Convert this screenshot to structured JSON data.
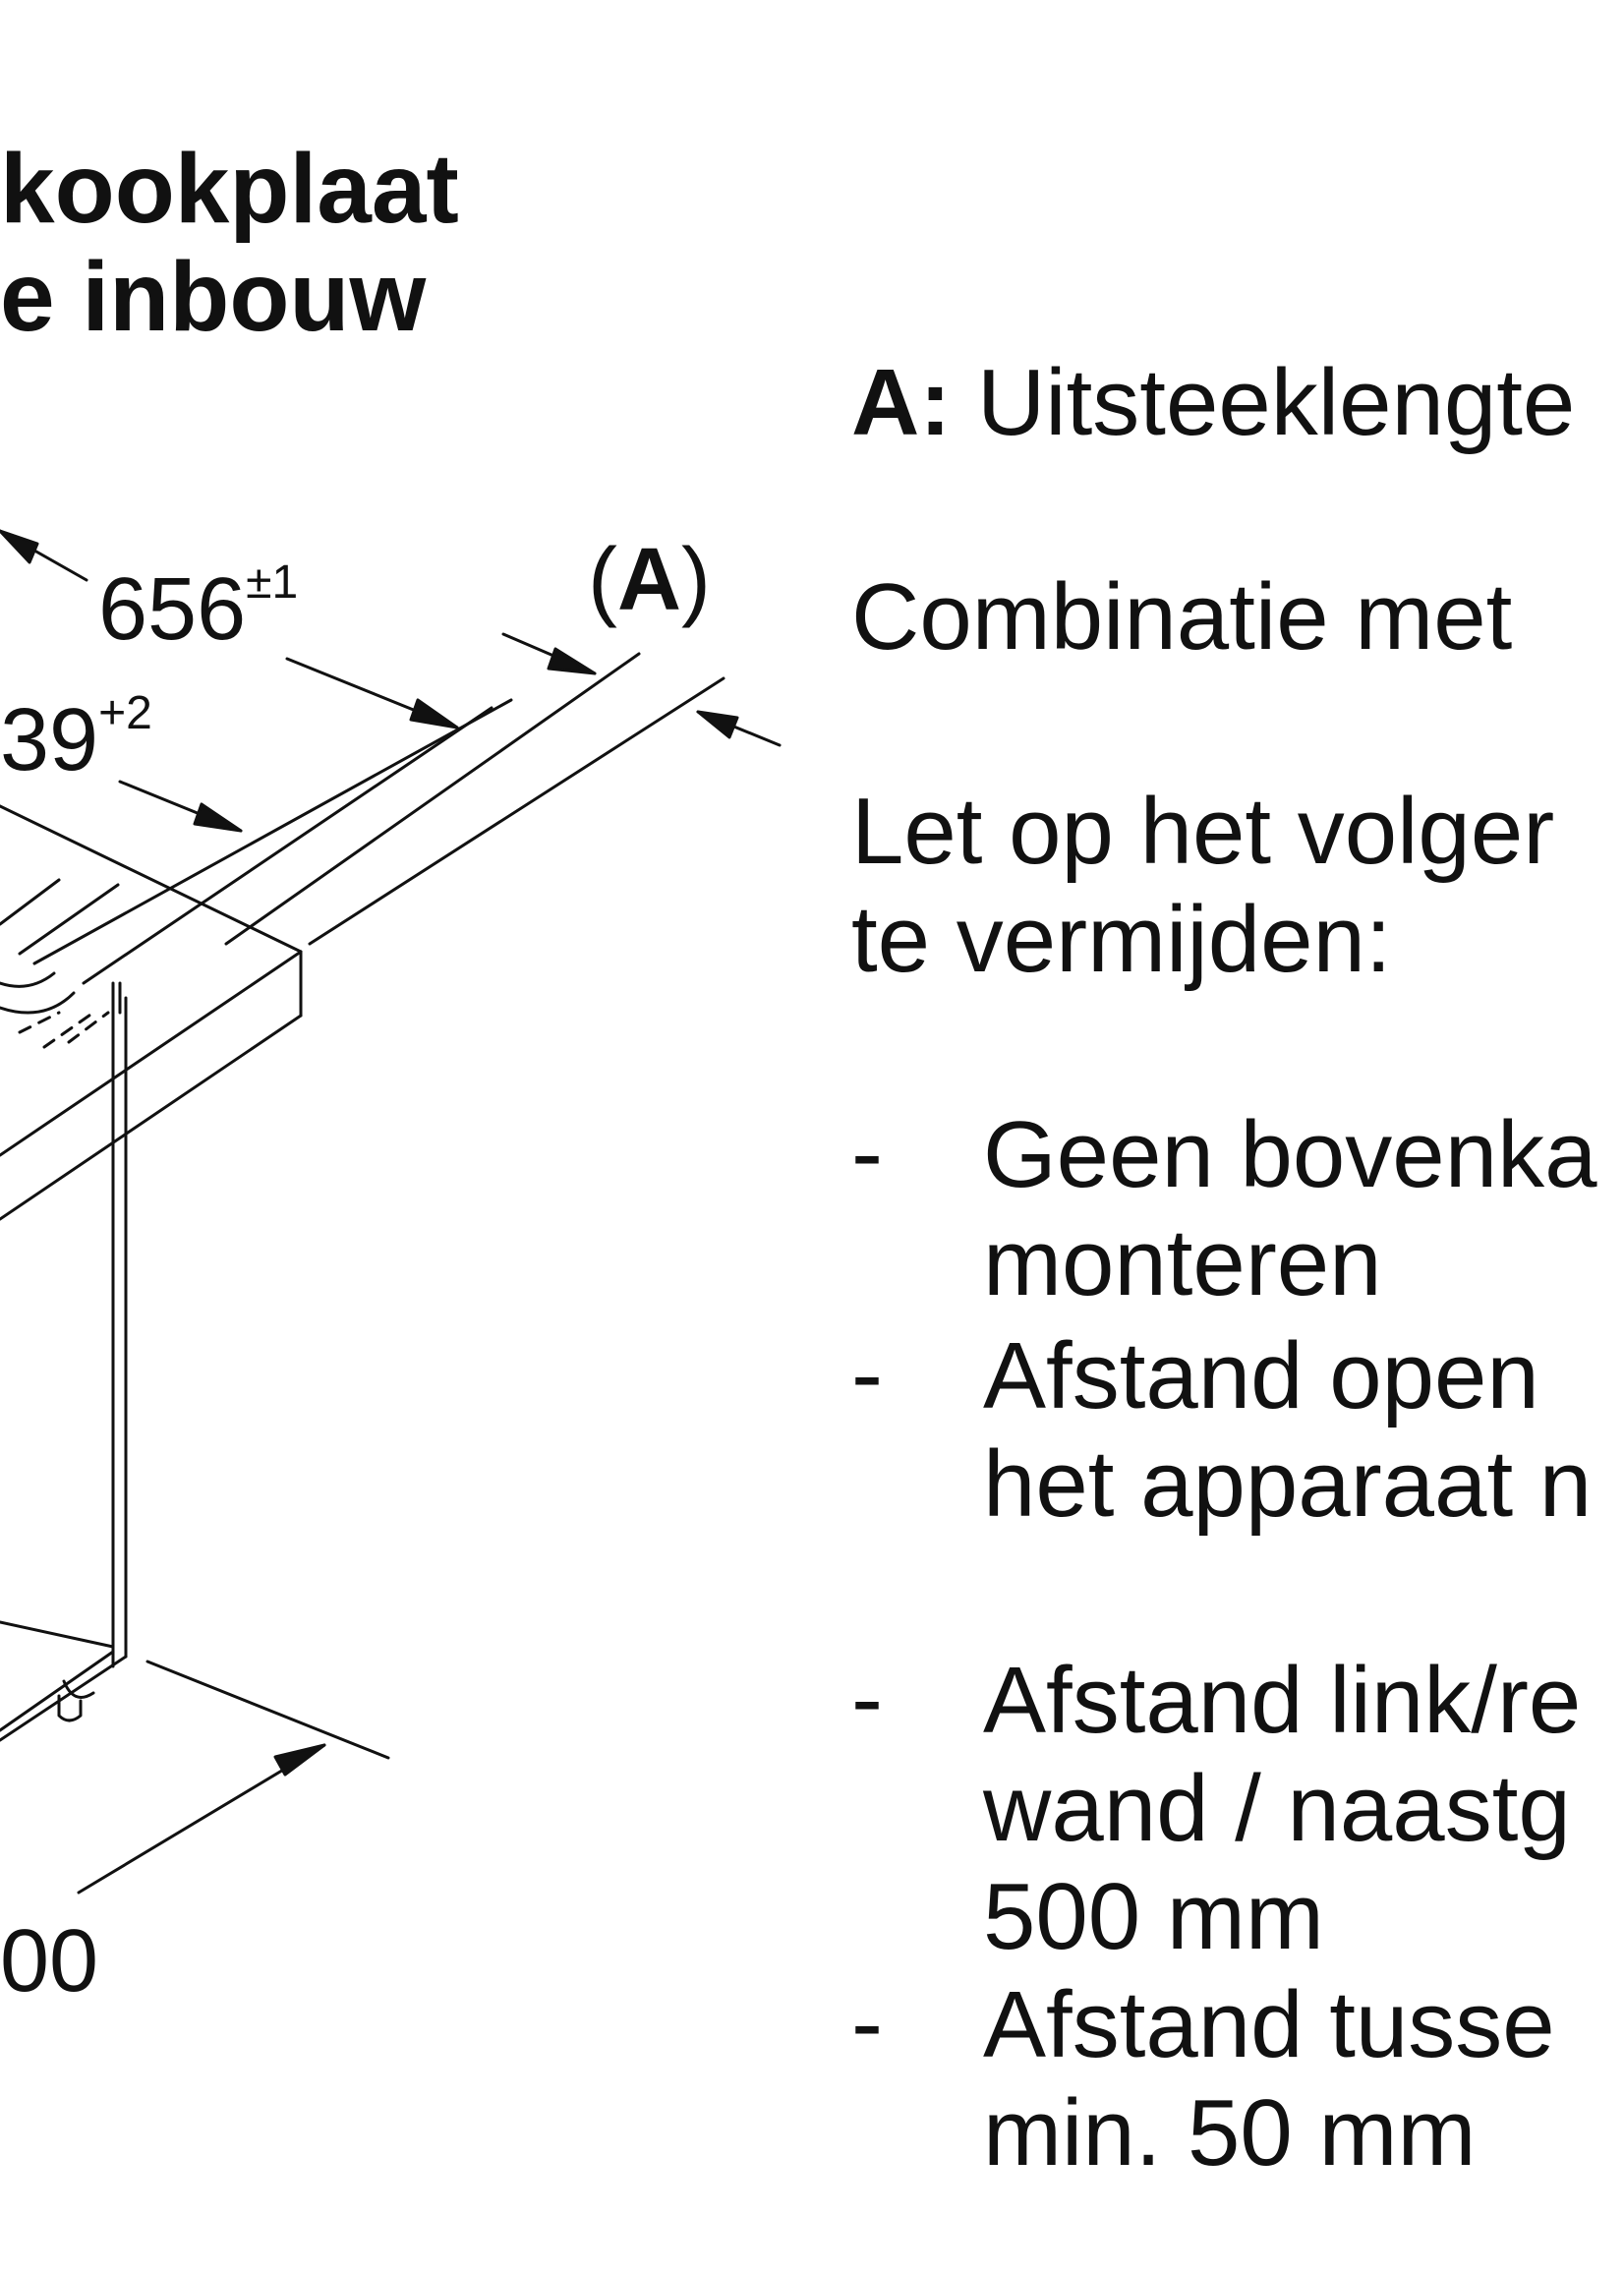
{
  "title": {
    "line1": "kookplaat",
    "line2": "e inbouw"
  },
  "dimensions": {
    "d656": {
      "value": "656",
      "tolerance": "±1"
    },
    "d639": {
      "value": "39",
      "tolerance": "+2"
    },
    "a_label": {
      "open": "(",
      "letter": "A",
      "close": ")"
    },
    "d_bottom": "00"
  },
  "text": {
    "a_label": "A:",
    "a_text": "Uitsteeklengte",
    "combination": "Combinatie met",
    "notice_line1": "Let op het volger",
    "notice_line2": "te vermijden:",
    "bullet": "-",
    "items": [
      {
        "line1": "Geen bovenka",
        "line2": "monteren"
      },
      {
        "line1": "Afstand open",
        "line2": "het apparaat n"
      },
      {
        "line1": "Afstand link/re",
        "line2": "wand / naastg",
        "line3": "500 mm"
      },
      {
        "line1": "Afstand tusse",
        "line2": "min. 50 mm"
      }
    ]
  }
}
